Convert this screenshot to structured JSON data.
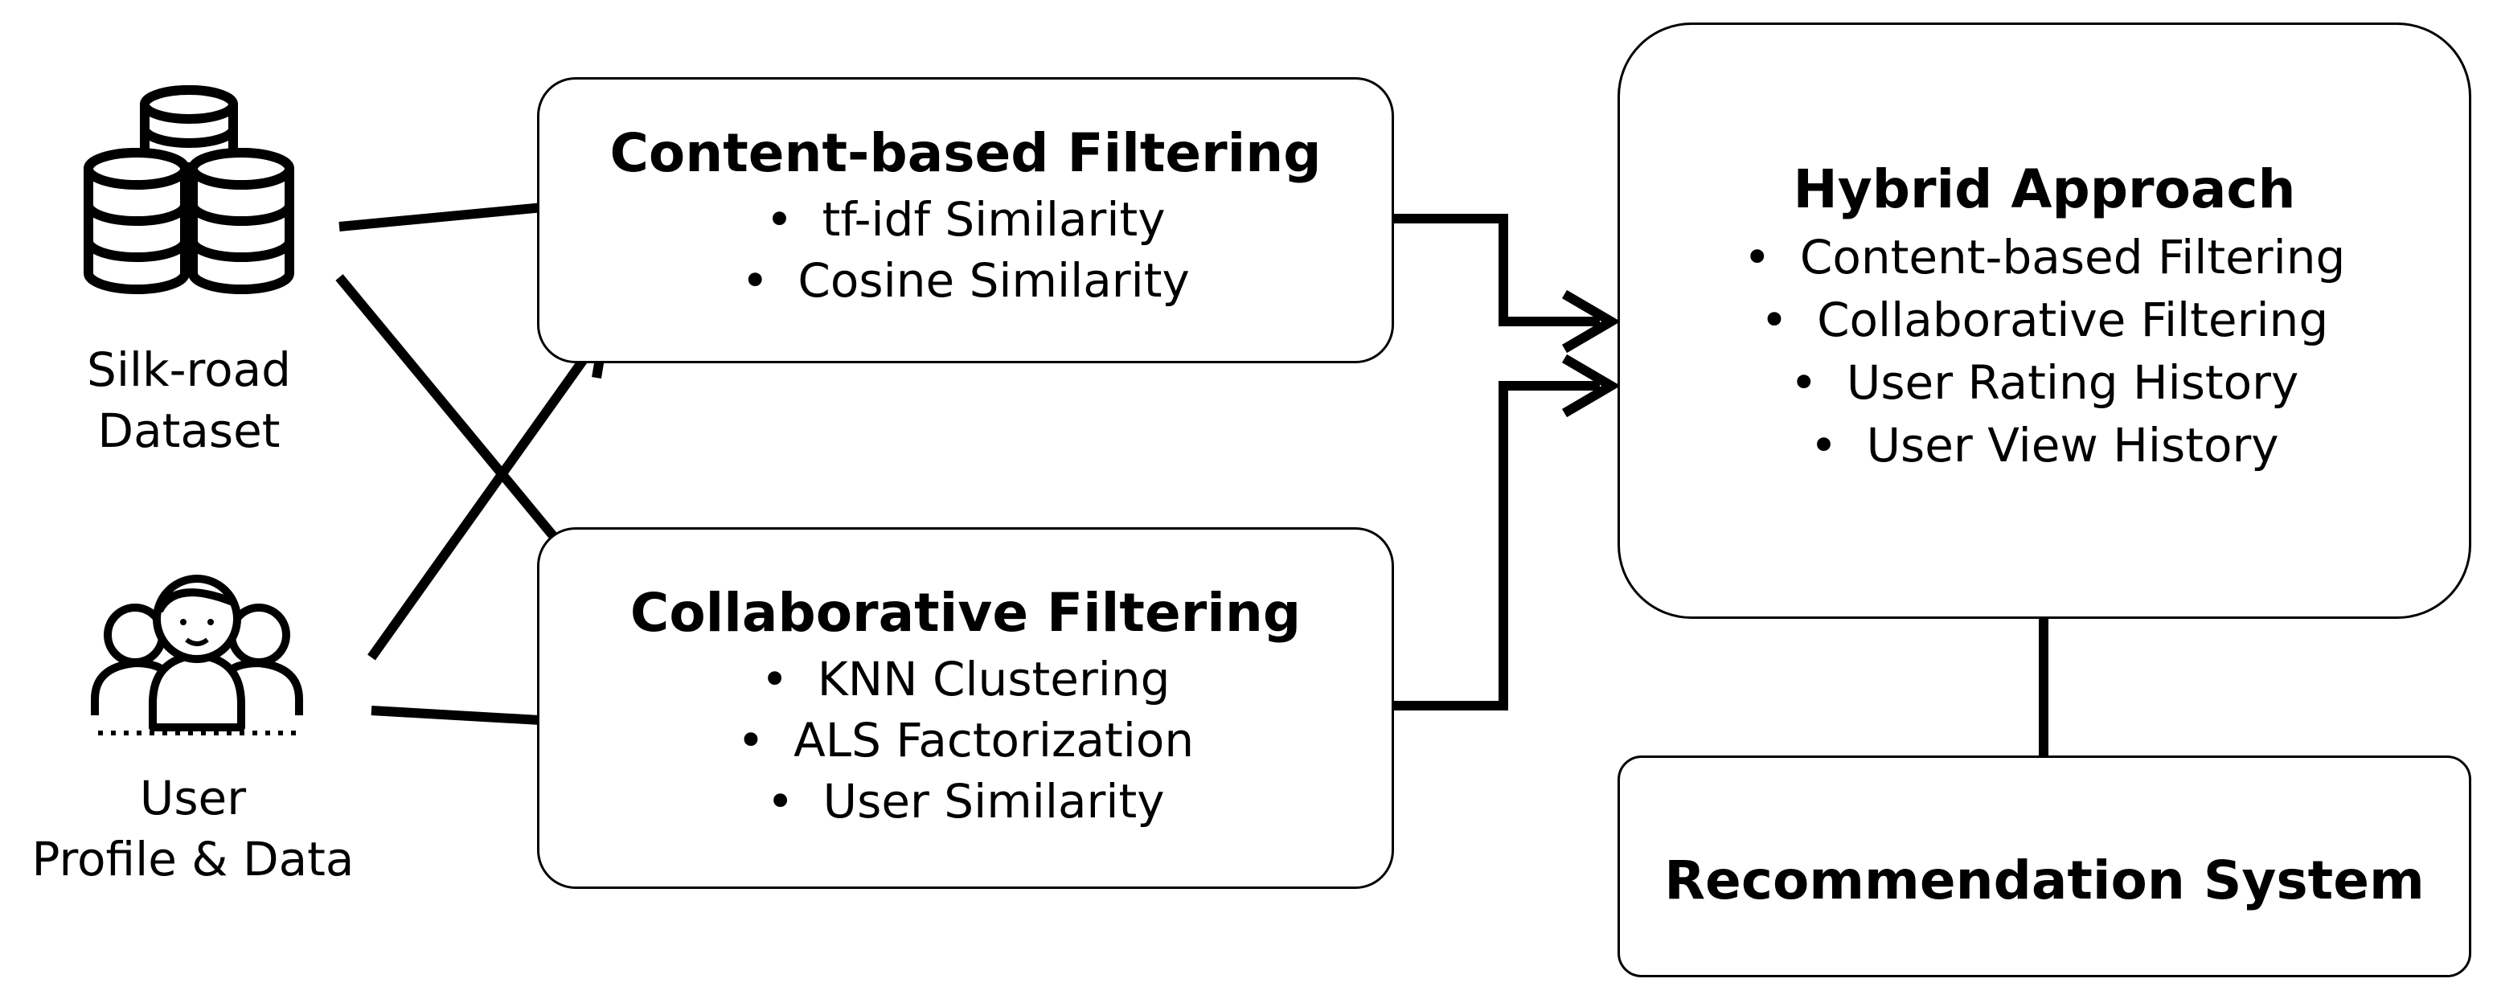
{
  "sources": {
    "dataset": {
      "label_line1": "Silk-road",
      "label_line2": "Dataset",
      "icon": "database-stack-icon"
    },
    "user": {
      "label_line1": "User",
      "label_line2": "Profile & Data",
      "icon": "user-group-icon"
    }
  },
  "content_filtering": {
    "title": "Content-based Filtering",
    "items": [
      "tf-idf Similarity",
      "Cosine Similarity"
    ]
  },
  "collaborative_filtering": {
    "title": "Collaborative Filtering",
    "items": [
      "KNN Clustering",
      "ALS Factorization",
      "User Similarity"
    ]
  },
  "hybrid": {
    "title": "Hybrid Approach",
    "items": [
      "Content-based Filtering",
      "Collaborative Filtering",
      "User Rating History",
      "User View History"
    ]
  },
  "output": {
    "title": "Recommendation System"
  }
}
